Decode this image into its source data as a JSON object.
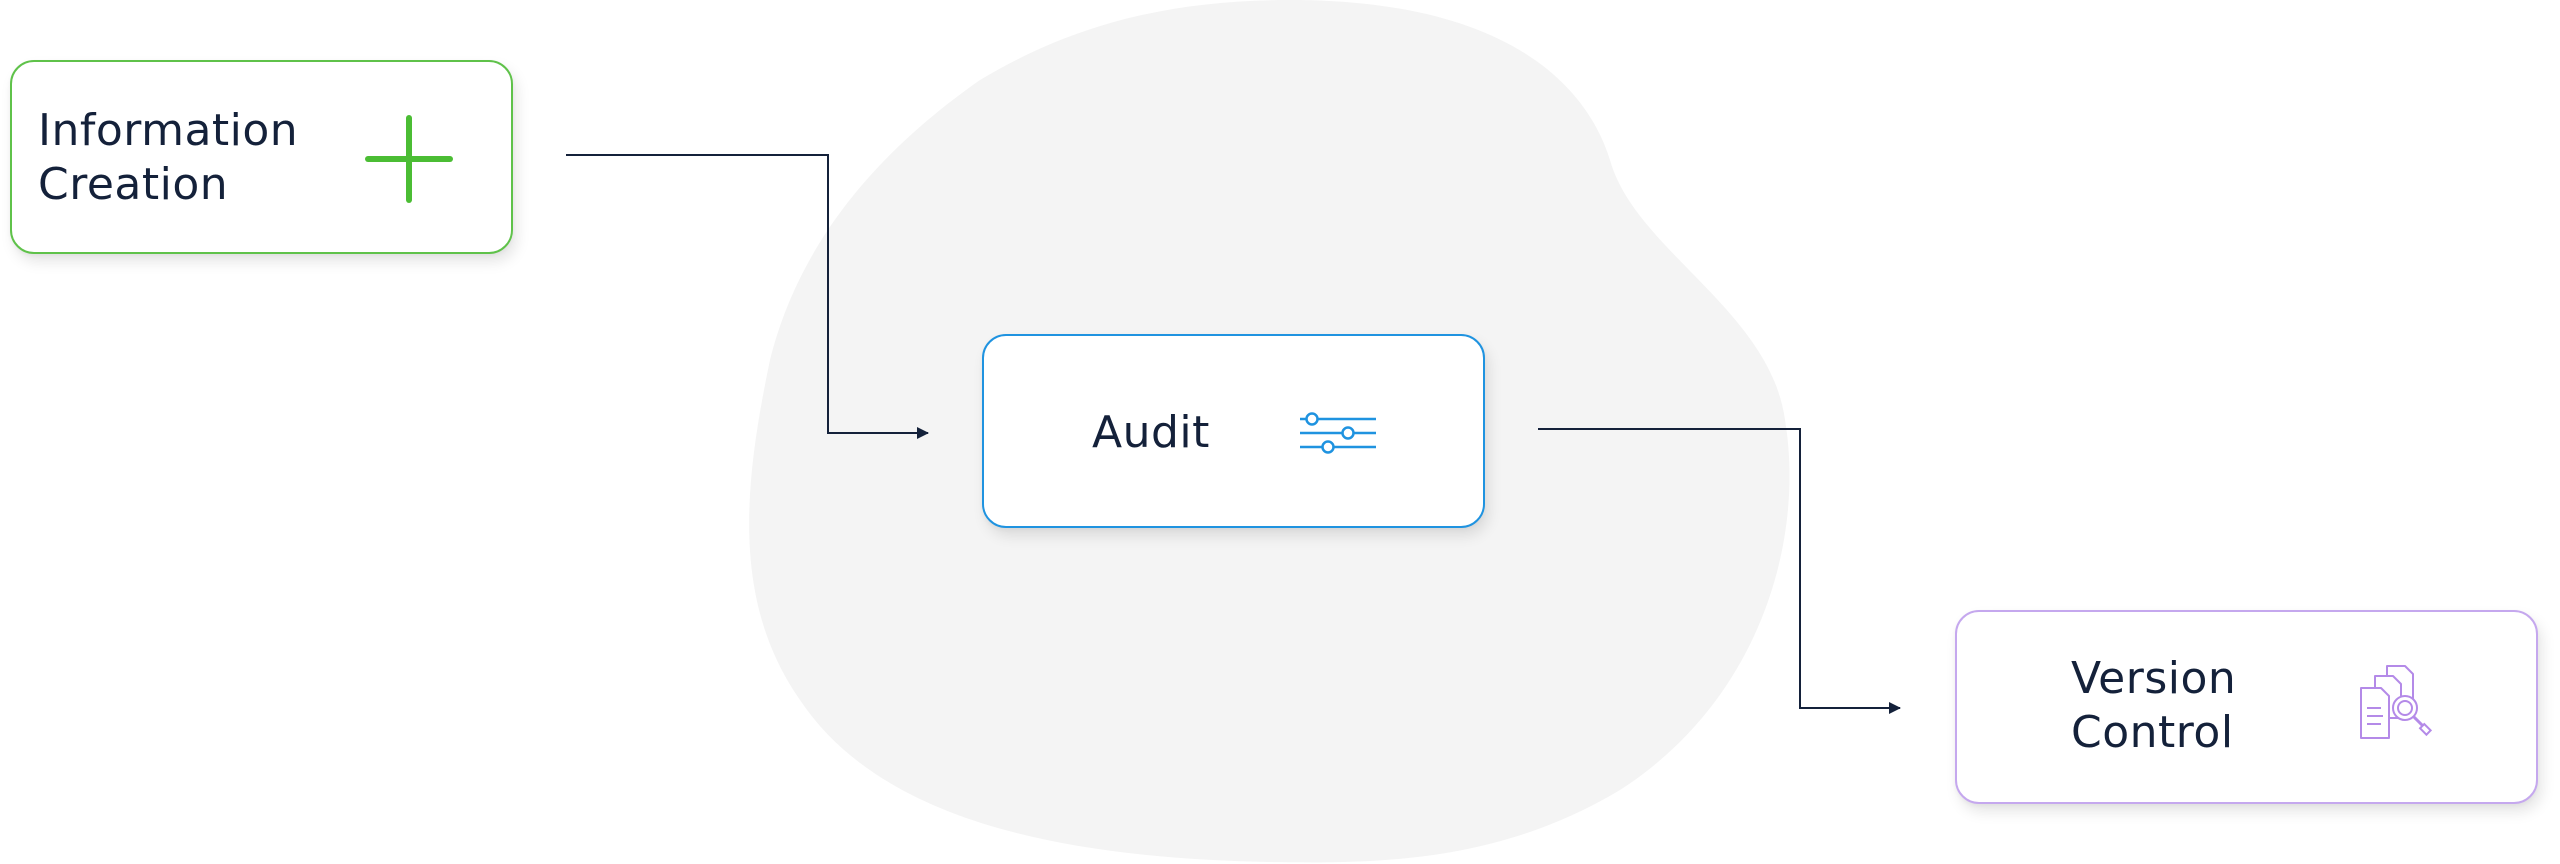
{
  "diagram": {
    "nodes": [
      {
        "id": "creation",
        "line1": "Information",
        "line2": "Creation",
        "icon": "plus-icon",
        "accent": "#5fc24a"
      },
      {
        "id": "audit",
        "line1": "Audit",
        "icon": "sliders-icon",
        "accent": "#1f93e0"
      },
      {
        "id": "version",
        "line1": "Version",
        "line2": "Control",
        "icon": "document-search-icon",
        "accent": "#c5a8ee"
      }
    ],
    "edges": [
      {
        "from": "creation",
        "to": "audit"
      },
      {
        "from": "audit",
        "to": "version"
      }
    ],
    "connector_color": "#14213a",
    "blob_color": "#f4f4f4"
  }
}
